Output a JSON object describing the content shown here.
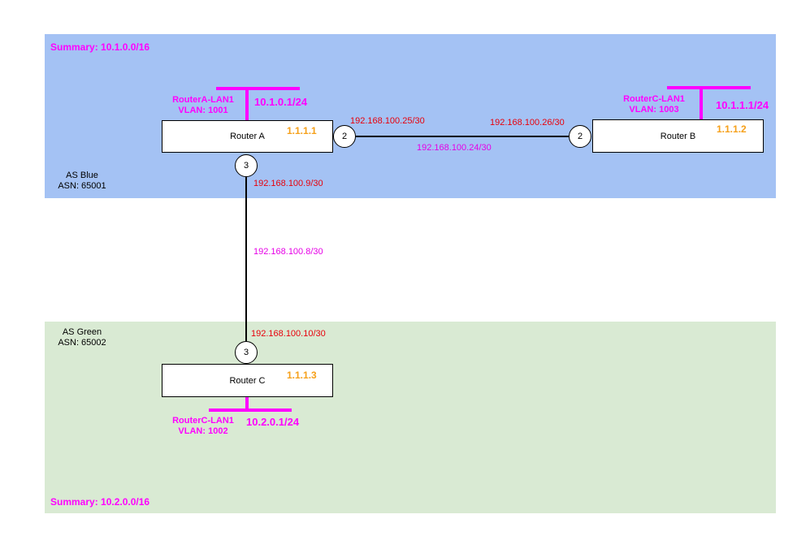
{
  "zones": {
    "blue": {
      "summary": "Summary: 10.1.0.0/16",
      "as_name": "AS Blue",
      "asn": "ASN: 65001",
      "color": "#a4c2f4"
    },
    "green": {
      "summary": "Summary: 10.2.0.0/16",
      "as_name": "AS Green",
      "asn": "ASN: 65002",
      "color": "#d9ead3"
    }
  },
  "routers": {
    "a": {
      "name": "Router A",
      "router_id": "1.1.1.1",
      "lan_name": "RouterA-LAN1",
      "lan_vlan": "VLAN: 1001",
      "lan_net": "10.1.0.1/24"
    },
    "b": {
      "name": "Router B",
      "router_id": "1.1.1.2",
      "lan_name": "RouterC-LAN1",
      "lan_vlan": "VLAN: 1003",
      "lan_net": "10.1.1.1/24"
    },
    "c": {
      "name": "Router C",
      "router_id": "1.1.1.3",
      "lan_name": "RouterC-LAN1",
      "lan_vlan": "VLAN: 1002",
      "lan_net": "10.2.0.1/24"
    }
  },
  "links": {
    "ab": {
      "a_port": "2",
      "b_port": "2",
      "a_ip": "192.168.100.25/30",
      "b_ip": "192.168.100.26/30",
      "subnet": "192.168.100.24/30"
    },
    "ac": {
      "a_port": "3",
      "c_port": "3",
      "a_ip": "192.168.100.9/30",
      "c_ip": "192.168.100.10/30",
      "subnet": "192.168.100.8/30"
    }
  },
  "colors": {
    "lan": "#ff00ff",
    "interface_ip": "#e8000b",
    "subnet": "#e600e6",
    "router_id": "#f6a01a"
  }
}
